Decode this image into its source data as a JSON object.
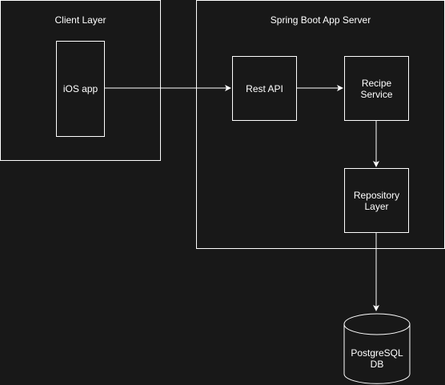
{
  "groups": {
    "client_layer": {
      "title": "Client Layer"
    },
    "app_server": {
      "title": "Spring Boot App Server"
    }
  },
  "nodes": {
    "ios_app": {
      "label": "iOS app"
    },
    "rest_api": {
      "label": "Rest API"
    },
    "recipe_service": {
      "line1": "Recipe",
      "line2": "Service"
    },
    "repository_layer": {
      "line1": "Repository",
      "line2": "Layer"
    },
    "postgres_db": {
      "line1": "PostgreSQL",
      "line2": "DB"
    }
  },
  "colors": {
    "background": "#181818",
    "stroke": "#ffffff",
    "text": "#ffffff"
  }
}
